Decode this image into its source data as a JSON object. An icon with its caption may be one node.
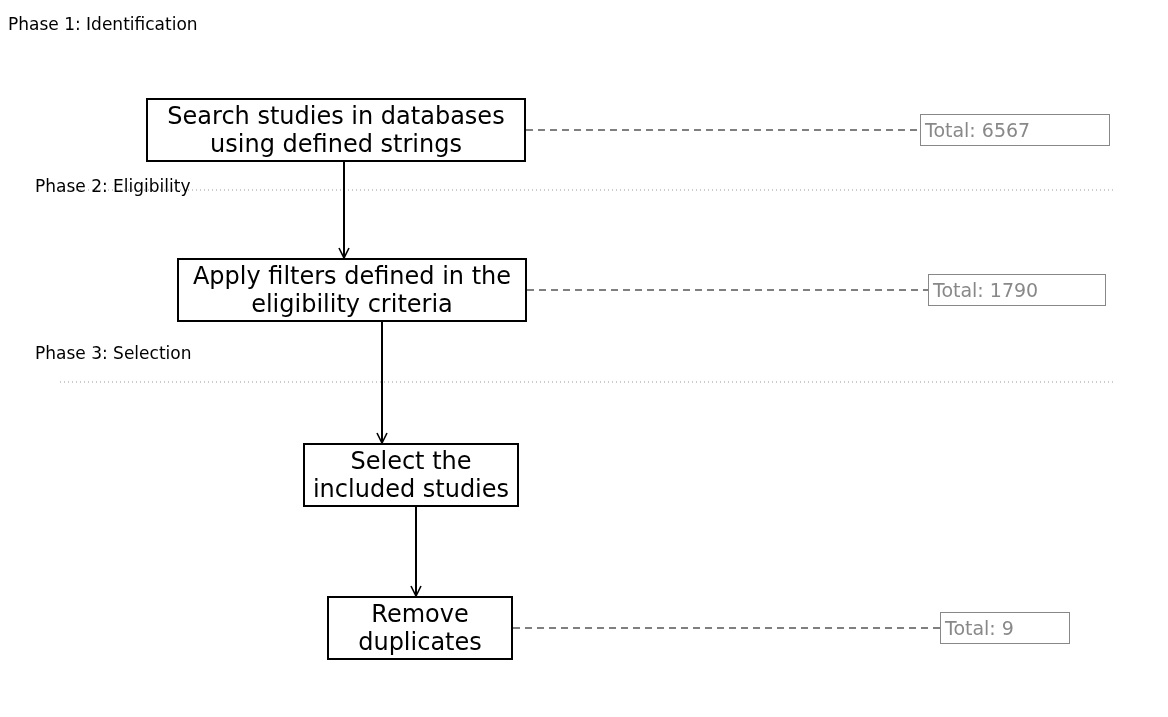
{
  "diagram": {
    "nodes": [
      {
        "text": [
          "Search studies in databases using defined strings"
        ]
      },
      {
        "text": [
          "Total: 6567"
        ]
      },
      {
        "text": [
          "Apply filters defined in the eligibility criteria"
        ]
      },
      {
        "text": [
          "Total: 1790"
        ]
      },
      {
        "text": [
          "Select the included studies"
        ]
      },
      {
        "text": [
          "Remove duplicates"
        ]
      },
      {
        "text": [
          "Total: 9"
        ]
      }
    ],
    "edges": [
      {
        "from": 0,
        "to": 2,
        "arrow": "to"
      },
      {
        "from": 2,
        "to": 4,
        "arrow": "to"
      },
      {
        "from": 4,
        "to": 5,
        "arrow": "to"
      },
      {
        "from": 0,
        "to": 1,
        "arrow": "none",
        "style": "dashed"
      },
      {
        "from": 2,
        "to": 3,
        "arrow": "none",
        "style": "dashed"
      },
      {
        "from": 5,
        "to": 6,
        "arrow": "none",
        "style": "dashed"
      }
    ],
    "labels": [
      "Phase 1: Identification",
      "Phase 2: Eligibility",
      "Phase 3: Selection"
    ]
  }
}
